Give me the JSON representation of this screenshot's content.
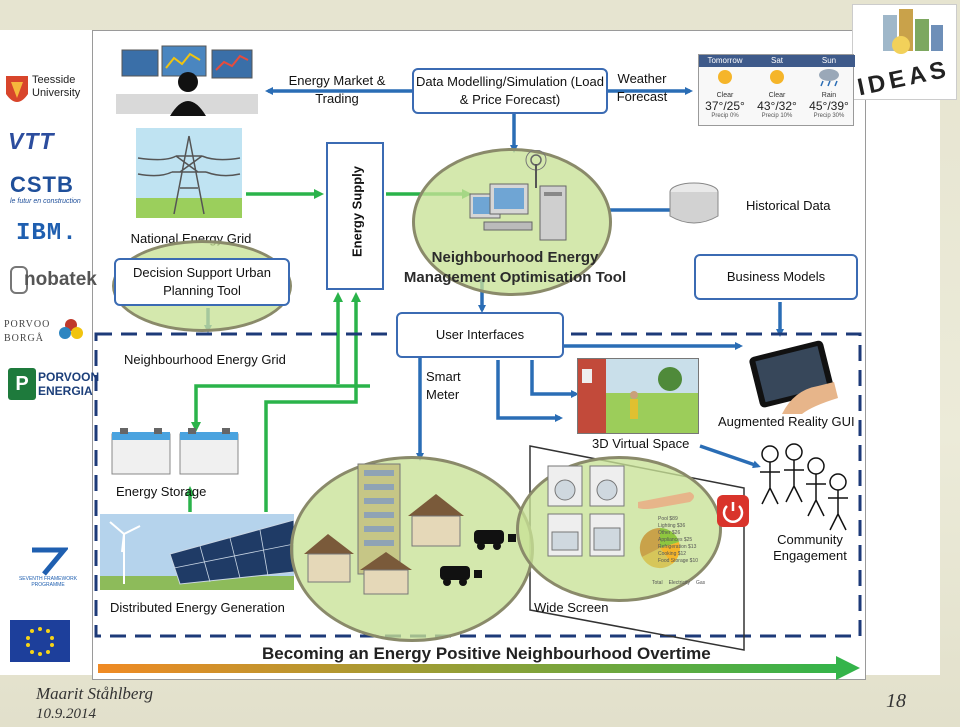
{
  "colors": {
    "arrow_blue": "#2a6db5",
    "arrow_green": "#2ab34a",
    "box_border": "#3b6bb3",
    "ellipse_fill": "#c8e296",
    "timeline_start": "#f08a24",
    "timeline_end": "#34b44a"
  },
  "logos_left": {
    "teesside": "Teesside University",
    "vtt": "VTT",
    "cstb": "CSTB",
    "cstb_tagline": "le futur en construction",
    "ibm": "IBM.",
    "nobatek": "nobatek",
    "porvoo_borga": "PORVOO BORGÅ",
    "porvoon_energia": "PORVOON ENERGIA",
    "fp7": "SEVENTH FRAMEWORK PROGRAMME"
  },
  "logo_right": {
    "ideas": "IDEAS"
  },
  "diagram": {
    "energy_market": "Energy Market & Trading",
    "data_modelling": "Data Modelling/Simulation (Load & Price Forecast)",
    "weather_forecast": "Weather Forecast",
    "weather": [
      {
        "day": "Tomorrow",
        "cond": "Clear",
        "temp": "37°/25°",
        "precip": "Precip 0%",
        "icon": "sun-icon"
      },
      {
        "day": "Sat",
        "cond": "Clear",
        "temp": "43°/32°",
        "precip": "Precip 10%",
        "icon": "sun-icon"
      },
      {
        "day": "Sun",
        "cond": "Rain",
        "temp": "45°/39°",
        "precip": "Precip 30%",
        "icon": "rain-icon"
      }
    ],
    "national_grid": "National Energy Grid",
    "decision_support": "Decision Support Urban Planning Tool",
    "energy_supply": "Energy Supply",
    "optimisation_tool": "Neighbourhood Energy Management Optimisation Tool",
    "historical_data": "Historical Data",
    "business_models": "Business Models",
    "user_interfaces": "User Interfaces",
    "neighbourhood_grid": "Neighbourhood Energy Grid",
    "smart_meter": "Smart Meter",
    "virtual_space": "3D Virtual Space",
    "ar_gui": "Augmented Reality GUI",
    "energy_storage": "Energy Storage",
    "community_engagement": "Community Engagement",
    "distributed_generation": "Distributed Energy Generation",
    "wide_screen": "Wide Screen",
    "timeline_title": "Becoming an Energy Positive Neighbourhood Overtime",
    "chart_legend": [
      "Total",
      "Electricity",
      "Gas"
    ],
    "chart_items": [
      "Pool $89",
      "Lighting $36",
      "Other $26",
      "Appliances $25",
      "Refrigeration $13",
      "Cooking $12",
      "Food Storage $10"
    ]
  },
  "footer": {
    "author": "Maarit Ståhlberg",
    "date": "10.9.2014",
    "page_number": "18"
  }
}
